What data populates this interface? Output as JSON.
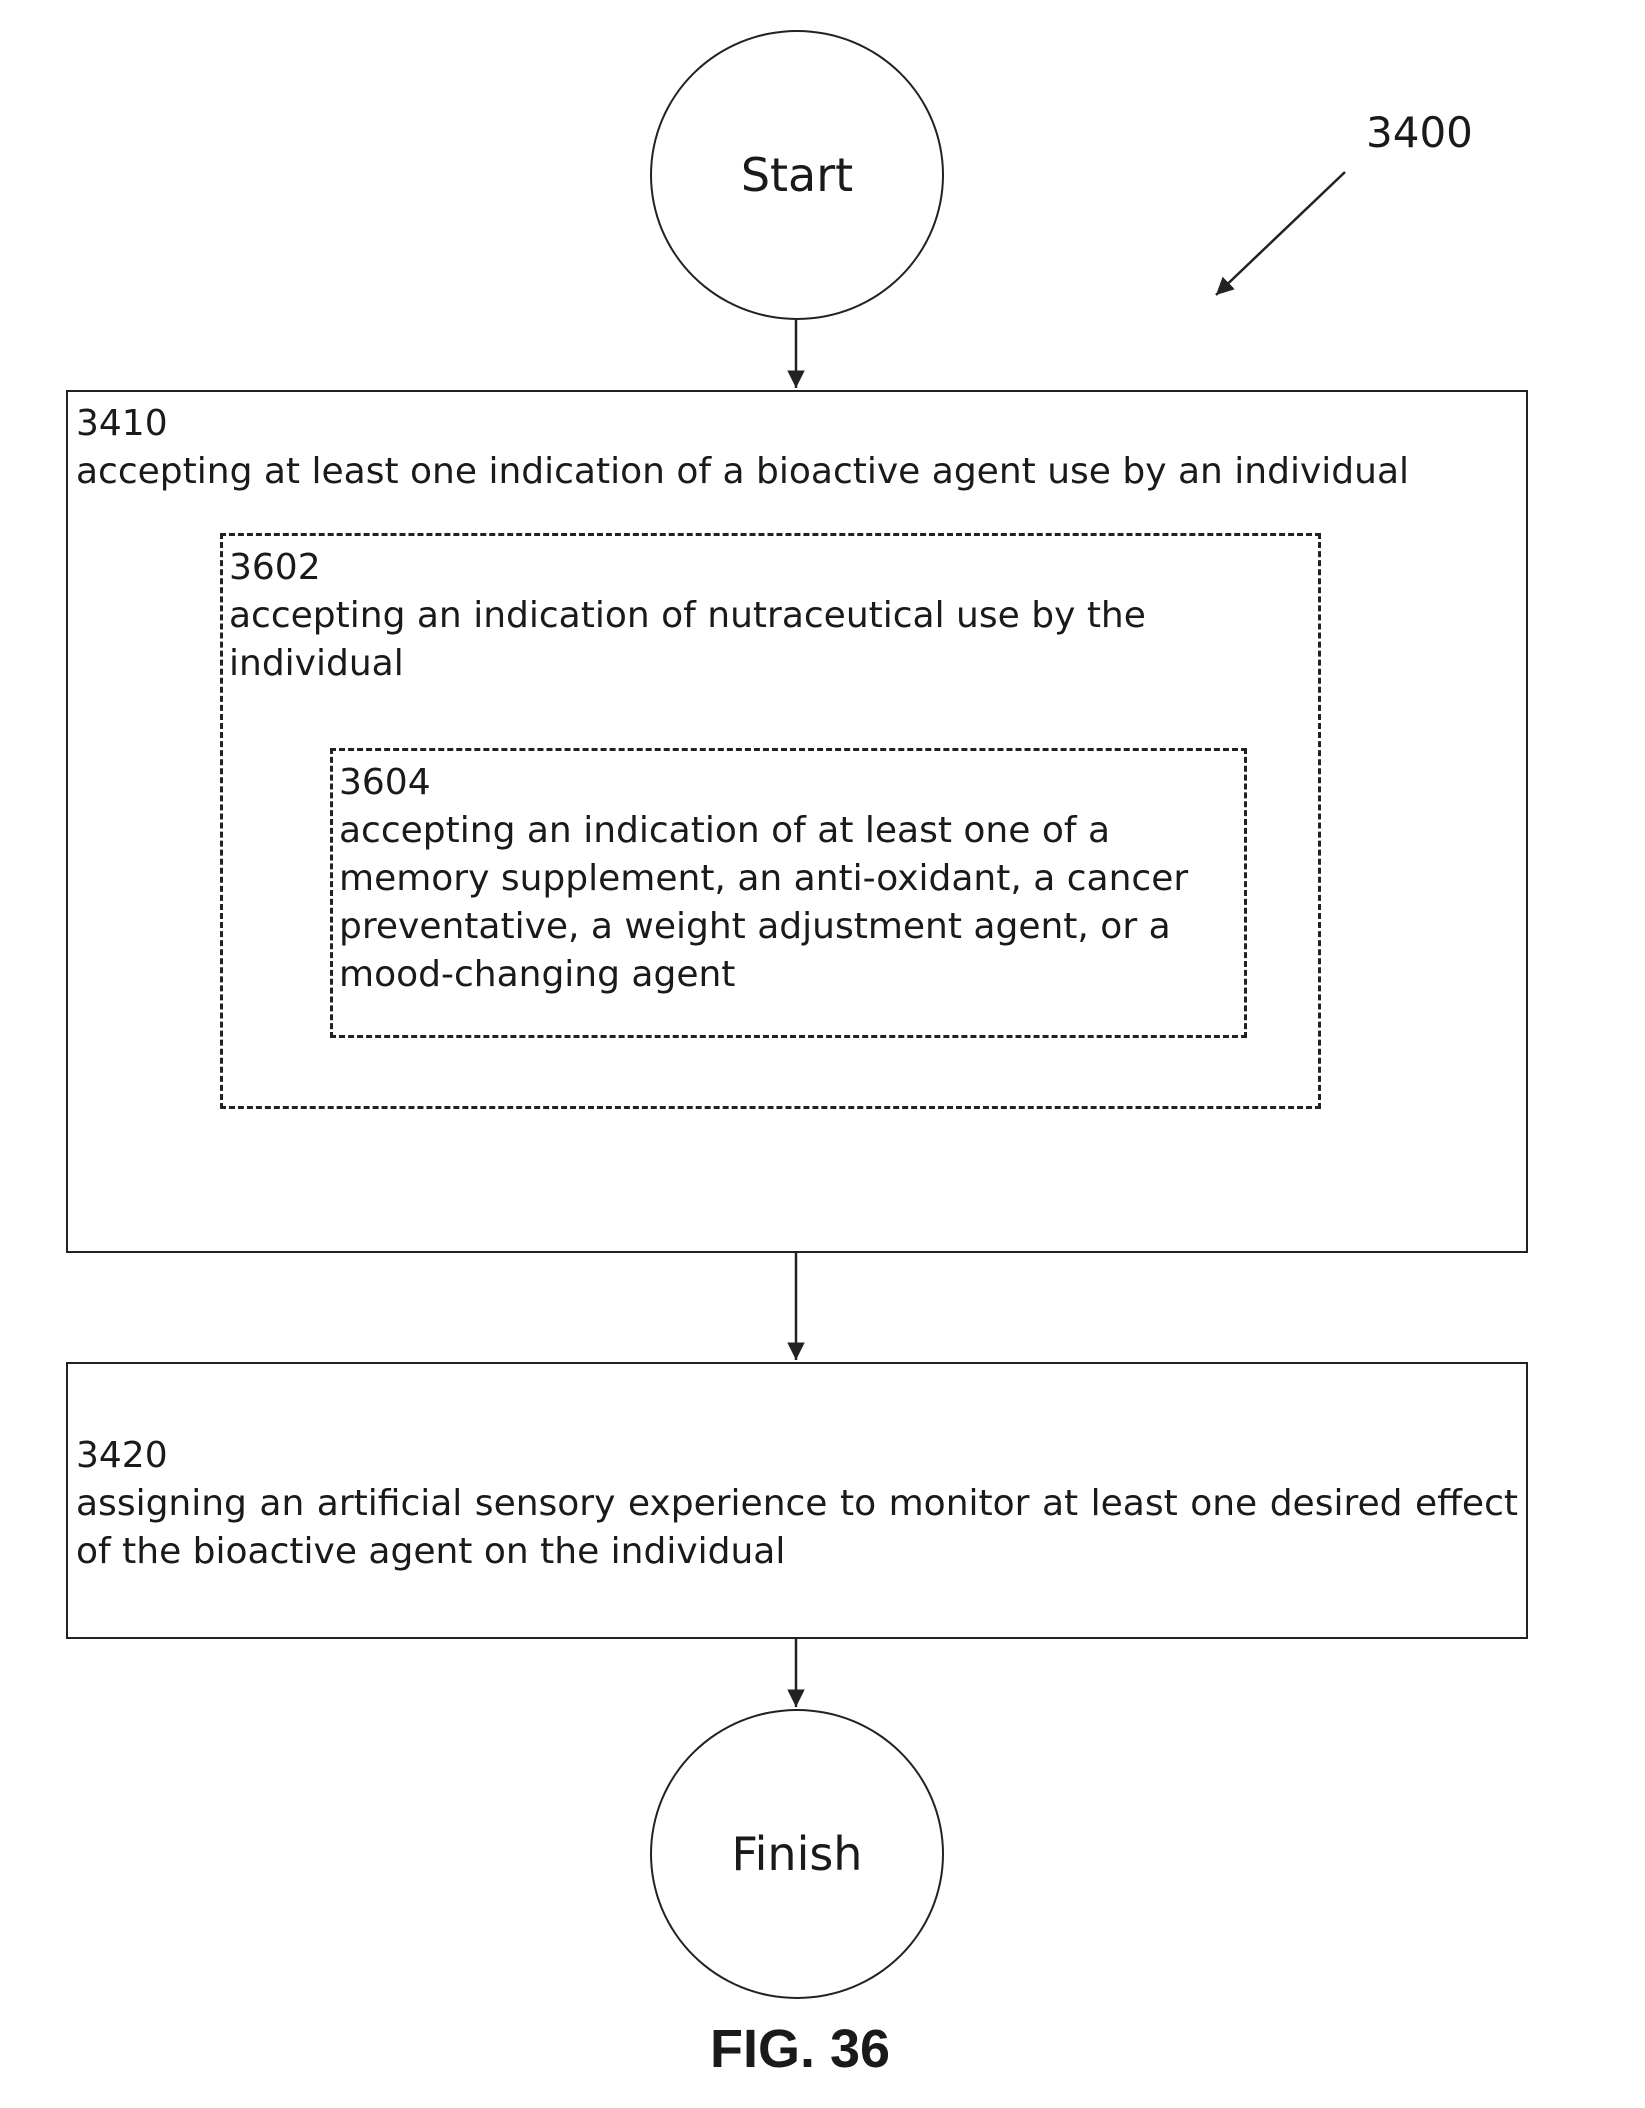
{
  "diagram": {
    "reference_number": "3400",
    "start_label": "Start",
    "finish_label": "Finish",
    "figure_caption": "FIG. 36",
    "steps": {
      "s3410": {
        "id": "3410",
        "text": "accepting at least one indication of a bioactive agent use by an individual"
      },
      "s3602": {
        "id": "3602",
        "text": "accepting an indication of nutraceutical use by the individual"
      },
      "s3604": {
        "id": "3604",
        "text": "accepting an indication of at least one of a memory supplement, an anti-oxidant, a cancer preventative, a weight adjustment agent, or a mood-changing agent"
      },
      "s3420": {
        "id": "3420",
        "text": "assigning an artificial sensory experience to monitor at least one desired effect of the bioactive agent on the individual"
      }
    },
    "colors": {
      "stroke": "#222222",
      "background": "#ffffff"
    }
  }
}
